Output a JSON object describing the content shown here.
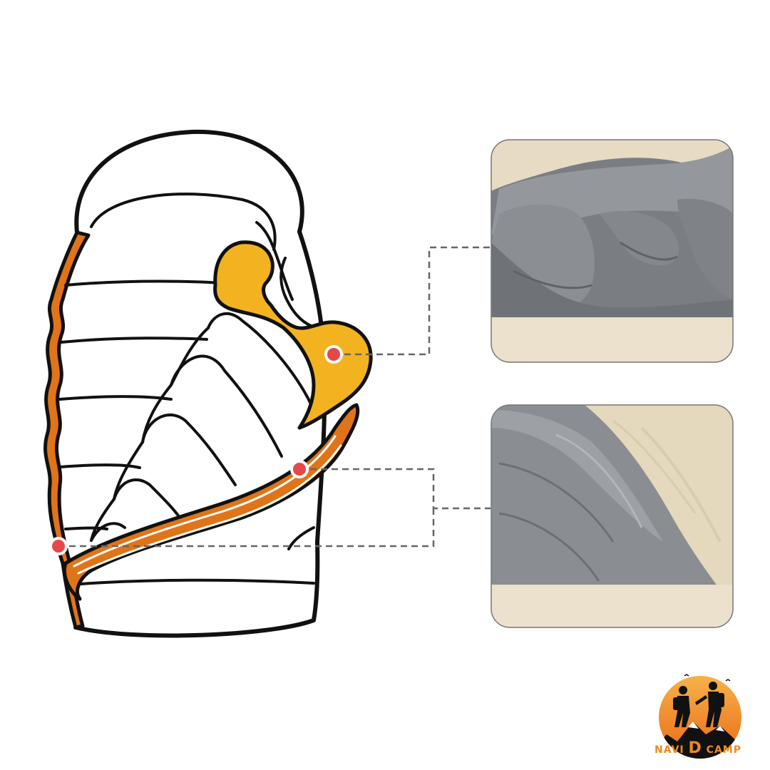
{
  "diagram": {
    "callouts": [
      {
        "id": "draft-collar",
        "photo": "collar-closeup-photo"
      },
      {
        "id": "zipper-baffle",
        "photo": "zipper-closeup-photo"
      }
    ]
  },
  "colors": {
    "outline": "#111111",
    "orange_trim": "#e07418",
    "yellow_collar": "#f3b321",
    "marker_red": "#e54848",
    "photo_gray": "#808489",
    "photo_beige": "#ece1cc",
    "dashed_line": "#666666"
  },
  "logo": {
    "brand_left": "NAVI",
    "brand_mid": "D",
    "brand_right": "CAMP"
  }
}
